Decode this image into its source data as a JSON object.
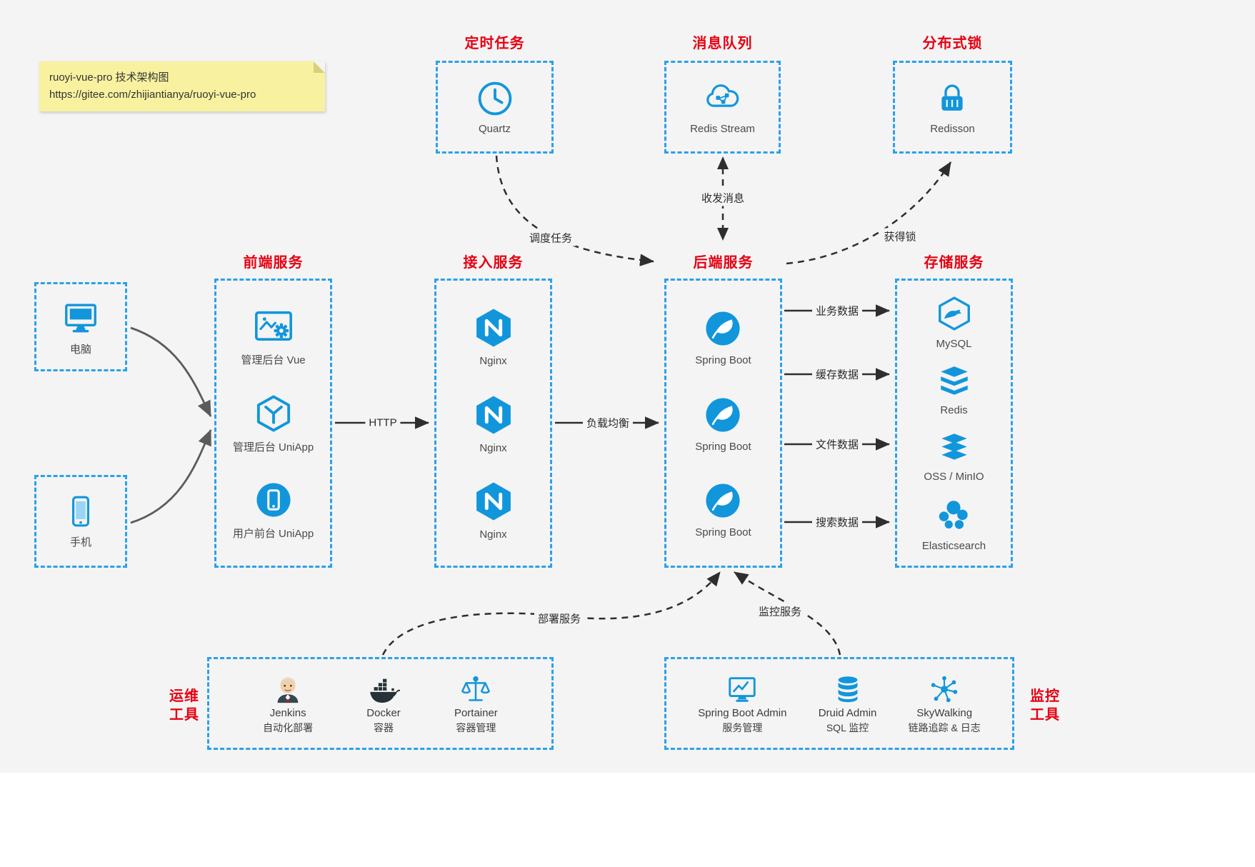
{
  "colors": {
    "accent": "#1296db",
    "border_blue": "#2ba1e8",
    "title_red": "#e60012",
    "background": "#f4f4f4",
    "note_bg": "#f8f2a0",
    "arrow_dark": "#2e2e2e",
    "arrow_gray": "#5b5b5b"
  },
  "note": {
    "line1": "ruoyi-vue-pro 技术架构图",
    "line2": "https://gitee.com/zhijiantianya/ruoyi-vue-pro"
  },
  "top_services": [
    {
      "title": "定时任务",
      "label": "Quartz",
      "icon": "clock-icon"
    },
    {
      "title": "消息队列",
      "label": "Redis Stream",
      "icon": "redis-stream-cloud-icon"
    },
    {
      "title": "分布式锁",
      "label": "Redisson",
      "icon": "lock-icon"
    }
  ],
  "clients": [
    {
      "label": "电脑",
      "icon": "desktop-icon"
    },
    {
      "label": "手机",
      "icon": "phone-icon"
    }
  ],
  "frontend": {
    "title": "前端服务",
    "items": [
      {
        "label": "管理后台 Vue",
        "icon": "admin-vue-icon"
      },
      {
        "label": "管理后台 UniApp",
        "icon": "uniapp-cube-icon"
      },
      {
        "label": "用户前台 UniApp",
        "icon": "user-uniapp-icon"
      }
    ]
  },
  "gateway": {
    "title": "接入服务",
    "items": [
      {
        "label": "Nginx",
        "icon": "nginx-icon"
      },
      {
        "label": "Nginx",
        "icon": "nginx-icon"
      },
      {
        "label": "Nginx",
        "icon": "nginx-icon"
      }
    ]
  },
  "backend": {
    "title": "后端服务",
    "items": [
      {
        "label": "Spring Boot",
        "icon": "spring-icon"
      },
      {
        "label": "Spring Boot",
        "icon": "spring-icon"
      },
      {
        "label": "Spring Boot",
        "icon": "spring-icon"
      }
    ]
  },
  "storage": {
    "title": "存储服务",
    "items": [
      {
        "label": "MySQL",
        "icon": "mysql-icon"
      },
      {
        "label": "Redis",
        "icon": "redis-stack-icon"
      },
      {
        "label": "OSS / MinIO",
        "icon": "oss-stack-icon"
      },
      {
        "label": "Elasticsearch",
        "icon": "elasticsearch-icon"
      }
    ]
  },
  "ops": {
    "title_line1": "运维",
    "title_line2": "工具",
    "items": [
      {
        "name": "Jenkins",
        "desc": "自动化部署",
        "icon": "jenkins-icon"
      },
      {
        "name": "Docker",
        "desc": "容器",
        "icon": "docker-icon"
      },
      {
        "name": "Portainer",
        "desc": "容器管理",
        "icon": "portainer-icon"
      }
    ]
  },
  "monitoring": {
    "title_line1": "监控",
    "title_line2": "工具",
    "items": [
      {
        "name": "Spring Boot Admin",
        "desc": "服务管理",
        "icon": "spring-admin-icon"
      },
      {
        "name": "Druid Admin",
        "desc": "SQL 监控",
        "icon": "druid-icon"
      },
      {
        "name": "SkyWalking",
        "desc": "链路追踪 & 日志",
        "icon": "skywalking-icon"
      }
    ]
  },
  "edges": {
    "http": "HTTP",
    "load_balance": "负载均衡",
    "dispatch_task": "调度任务",
    "send_receive_message": "收发消息",
    "acquire_lock": "获得锁",
    "business_data": "业务数据",
    "cache_data": "缓存数据",
    "file_data": "文件数据",
    "search_data": "搜索数据",
    "deploy_service": "部署服务",
    "monitor_service": "监控服务"
  }
}
